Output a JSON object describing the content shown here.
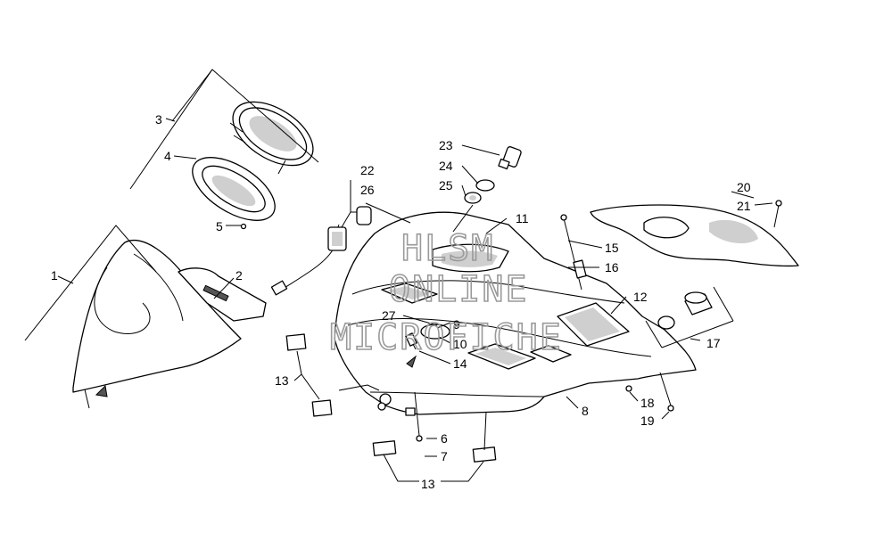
{
  "watermark": {
    "line1": "HLSM",
    "line2": "ONLINE",
    "line3": "MICROFICHE"
  },
  "callouts": [
    {
      "id": "1",
      "label": "1"
    },
    {
      "id": "2",
      "label": "2"
    },
    {
      "id": "3",
      "label": "3"
    },
    {
      "id": "4",
      "label": "4"
    },
    {
      "id": "5",
      "label": "5"
    },
    {
      "id": "6",
      "label": "6"
    },
    {
      "id": "7",
      "label": "7"
    },
    {
      "id": "8",
      "label": "8"
    },
    {
      "id": "9",
      "label": "9"
    },
    {
      "id": "10",
      "label": "10"
    },
    {
      "id": "11",
      "label": "11"
    },
    {
      "id": "12",
      "label": "12"
    },
    {
      "id": "13a",
      "label": "13"
    },
    {
      "id": "13b",
      "label": "13"
    },
    {
      "id": "14",
      "label": "14"
    },
    {
      "id": "15",
      "label": "15"
    },
    {
      "id": "16",
      "label": "16"
    },
    {
      "id": "17",
      "label": "17"
    },
    {
      "id": "18",
      "label": "18"
    },
    {
      "id": "19",
      "label": "19"
    },
    {
      "id": "20",
      "label": "20"
    },
    {
      "id": "21",
      "label": "21"
    },
    {
      "id": "22",
      "label": "22"
    },
    {
      "id": "23",
      "label": "23"
    },
    {
      "id": "24",
      "label": "24"
    },
    {
      "id": "25",
      "label": "25"
    },
    {
      "id": "26",
      "label": "26"
    },
    {
      "id": "27",
      "label": "27"
    }
  ],
  "colors": {
    "ink": "#000000",
    "background": "#ffffff",
    "watermark": "#9a9a9a"
  }
}
